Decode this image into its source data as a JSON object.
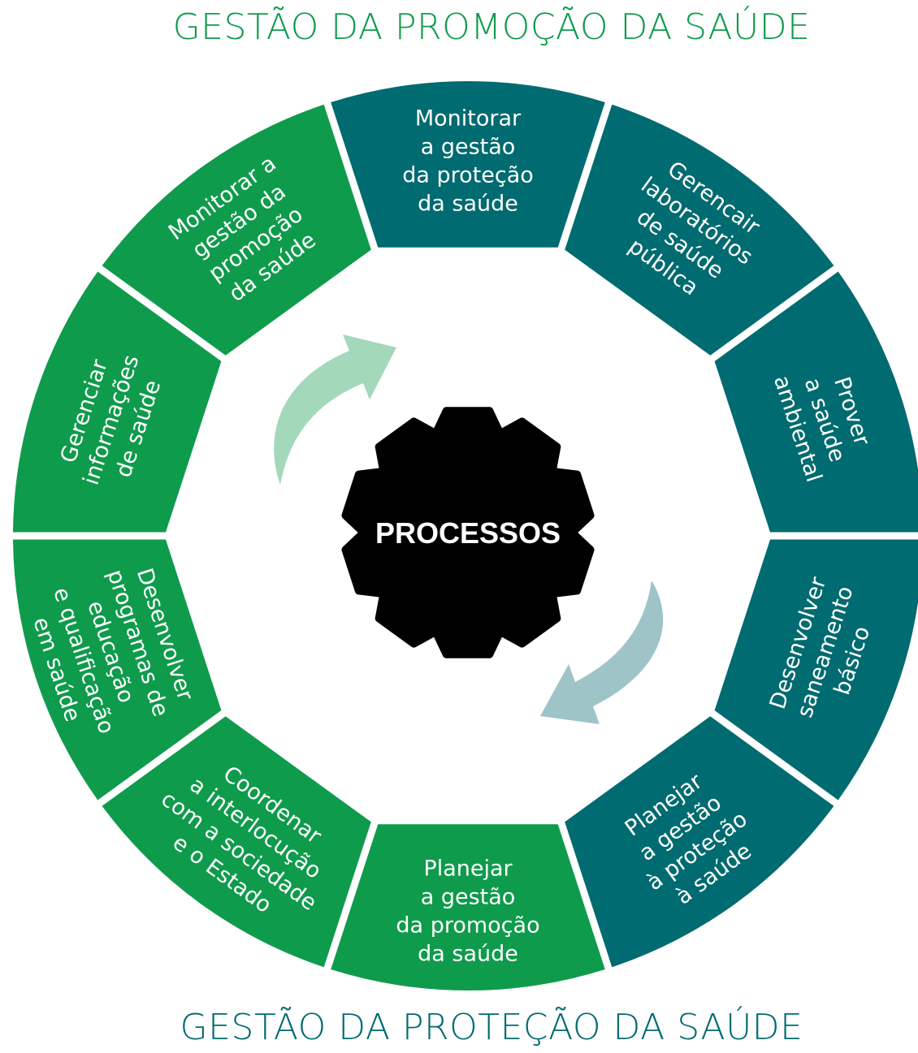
{
  "colors": {
    "promotion": "#0f9b4c",
    "protection": "#006b70",
    "arrow_top": "#a3d8bb",
    "arrow_bottom": "#9ec4c8",
    "gear": "#000000"
  },
  "titles": {
    "top": "GESTÃO DA PROMOÇÃO DA SAÚDE",
    "bottom": "GESTÃO DA PROTEÇÃO DA SAÚDE"
  },
  "center": {
    "label": "PROCESSOS"
  },
  "segments": [
    {
      "id": "desenvolver-programas",
      "group": "promotion",
      "lines": [
        "Desenvolver",
        "programas de",
        "educação",
        "e qualificação",
        "em saúde"
      ]
    },
    {
      "id": "gerenciar-informacoes",
      "group": "promotion",
      "lines": [
        "Gerenciar",
        "informações",
        "de saúde"
      ]
    },
    {
      "id": "monitorar-promocao",
      "group": "promotion",
      "lines": [
        "Monitorar a",
        "gestão da",
        "promoção",
        "da saúde"
      ]
    },
    {
      "id": "monitorar-protecao",
      "group": "protection",
      "lines": [
        "Monitorar",
        "a gestão",
        "da proteção",
        "da saúde"
      ]
    },
    {
      "id": "gerencair-laboratorios",
      "group": "protection",
      "lines": [
        "Gerencair",
        "laboratórios",
        "de saúde",
        "pública"
      ]
    },
    {
      "id": "prover-saude-ambiental",
      "group": "protection",
      "lines": [
        "Prover",
        "a saúde",
        "ambiental"
      ]
    },
    {
      "id": "desenvolver-saneamento",
      "group": "protection",
      "lines": [
        "Desenvolver",
        "saneamento",
        "básico"
      ]
    },
    {
      "id": "planejar-protecao",
      "group": "protection",
      "lines": [
        "Planejar",
        "a gestão",
        "à proteção",
        "à saúde"
      ]
    },
    {
      "id": "planejar-promocao",
      "group": "promotion",
      "lines": [
        "Planejar",
        "a gestão",
        "da promoção",
        "da saúde"
      ]
    },
    {
      "id": "coordenar-interlocucao",
      "group": "promotion",
      "lines": [
        "Coordenar",
        "a interlocução",
        "com a sociedade",
        "e o Estado"
      ]
    }
  ]
}
